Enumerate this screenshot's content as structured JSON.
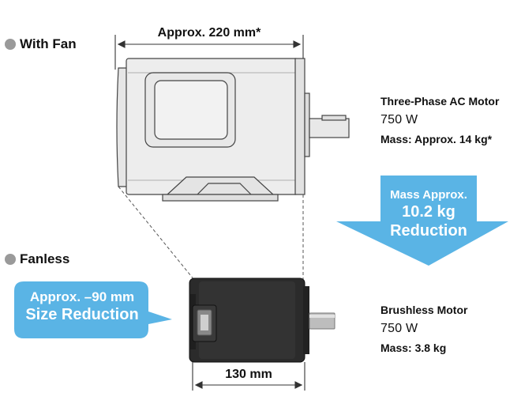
{
  "sections": {
    "with_fan": "With Fan",
    "fanless": "Fanless"
  },
  "dimensions": {
    "top_width": "Approx. 220 mm*",
    "bottom_width": "130 mm"
  },
  "ac_motor": {
    "name": "Three-Phase AC Motor",
    "power": "750 W",
    "mass": "Mass: Approx. 14 kg*"
  },
  "brushless_motor": {
    "name": "Brushless Motor",
    "power": "750 W",
    "mass": "Mass: 3.8 kg"
  },
  "mass_callout": {
    "line1": "Mass Approx.",
    "line2": "10.2 kg",
    "line3": "Reduction"
  },
  "size_callout": {
    "line1": "Approx. –90 mm",
    "line2": "Size Reduction"
  },
  "colors": {
    "accent_blue": "#5ab4e5",
    "motor_dark": "#2b2b2b",
    "motor_light": "#ededed"
  }
}
